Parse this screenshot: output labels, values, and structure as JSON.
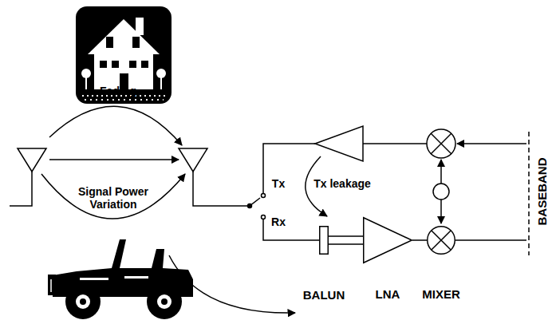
{
  "diagram": {
    "nodes": [
      {
        "text": [
          "BALUN"
        ]
      },
      {
        "text": [
          "LNA"
        ]
      },
      {
        "text": [
          "MIXER"
        ]
      }
    ],
    "edges": [
      {
        "from": 0,
        "to": 1,
        "arrow": "none"
      },
      {
        "from": 1,
        "to": 2,
        "arrow": "none"
      }
    ],
    "labels": [
      "Fading",
      "Signal Power Variation",
      "Tx",
      "Tx leakage",
      "Rx",
      "BASEBAND"
    ]
  }
}
